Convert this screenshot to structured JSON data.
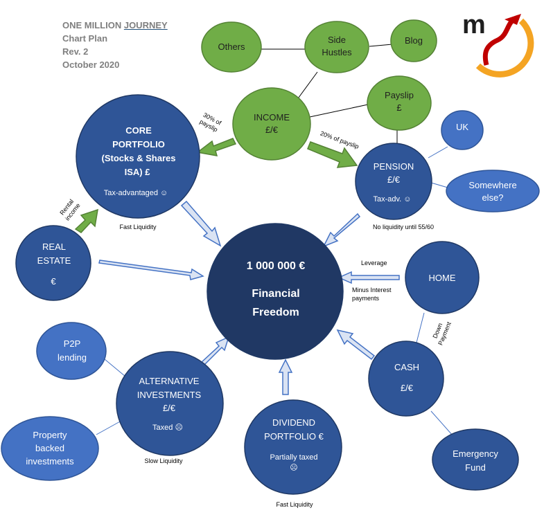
{
  "header": {
    "title_prefix": "ONE MILLION ",
    "title_underlined": "JOURNEY",
    "line2": "Chart Plan",
    "line3": "Rev. 2",
    "line4": "October 2020"
  },
  "colors": {
    "green": "#70ad47",
    "green_dark": "#548235",
    "blue": "#2f5597",
    "blue_medium": "#4472c4",
    "navy": "#203864",
    "arrow_fill": "#dae3f3",
    "logo_red": "#c00000",
    "logo_orange": "#f4a423"
  },
  "nodes": {
    "others": "Others",
    "side_hustles": [
      "Side",
      "Hustles"
    ],
    "blog": "Blog",
    "payslip": [
      "Payslip",
      "£"
    ],
    "income": [
      "INCOME",
      "£/€"
    ],
    "uk": "UK",
    "somewhere_else": [
      "Somewhere",
      "else?"
    ],
    "core_portfolio": [
      "CORE",
      "PORTFOLIO",
      "(Stocks & Shares",
      "ISA)   £",
      "Tax-advantaged ☺"
    ],
    "pension": [
      "PENSION",
      "£/€",
      "Tax-adv. ☺"
    ],
    "real_estate": [
      "REAL",
      "ESTATE",
      "€"
    ],
    "center": [
      "1 000 000 €",
      "Financial",
      "Freedom"
    ],
    "home": "HOME",
    "p2p": [
      "P2P",
      "lending"
    ],
    "alternative": [
      "ALTERNATIVE",
      "INVESTMENTS",
      "£/€",
      "Taxed ☹"
    ],
    "cash": [
      "CASH",
      "£/€"
    ],
    "property_backed": [
      "Property",
      "backed",
      "investments"
    ],
    "dividend": [
      "DIVIDEND",
      "PORTFOLIO €",
      "Partially taxed",
      "☹"
    ],
    "emergency": [
      "Emergency",
      "Fund"
    ]
  },
  "labels": {
    "core_share": [
      "30% of",
      "payslip"
    ],
    "pension_share": "20% of payslip",
    "rental": [
      "Rental",
      "income"
    ],
    "fast_liquidity_core": "Fast Liquidity",
    "no_liquidity": "No liquidity until 55/60",
    "leverage": "Leverage",
    "minus_interest": [
      "Minus Interest",
      "payments"
    ],
    "down_payment": [
      "Down",
      "Payment"
    ],
    "slow_liquidity": "Slow Liquidity",
    "fast_liquidity_dividend": "Fast Liquidity"
  },
  "logo": {
    "letter": "m"
  }
}
